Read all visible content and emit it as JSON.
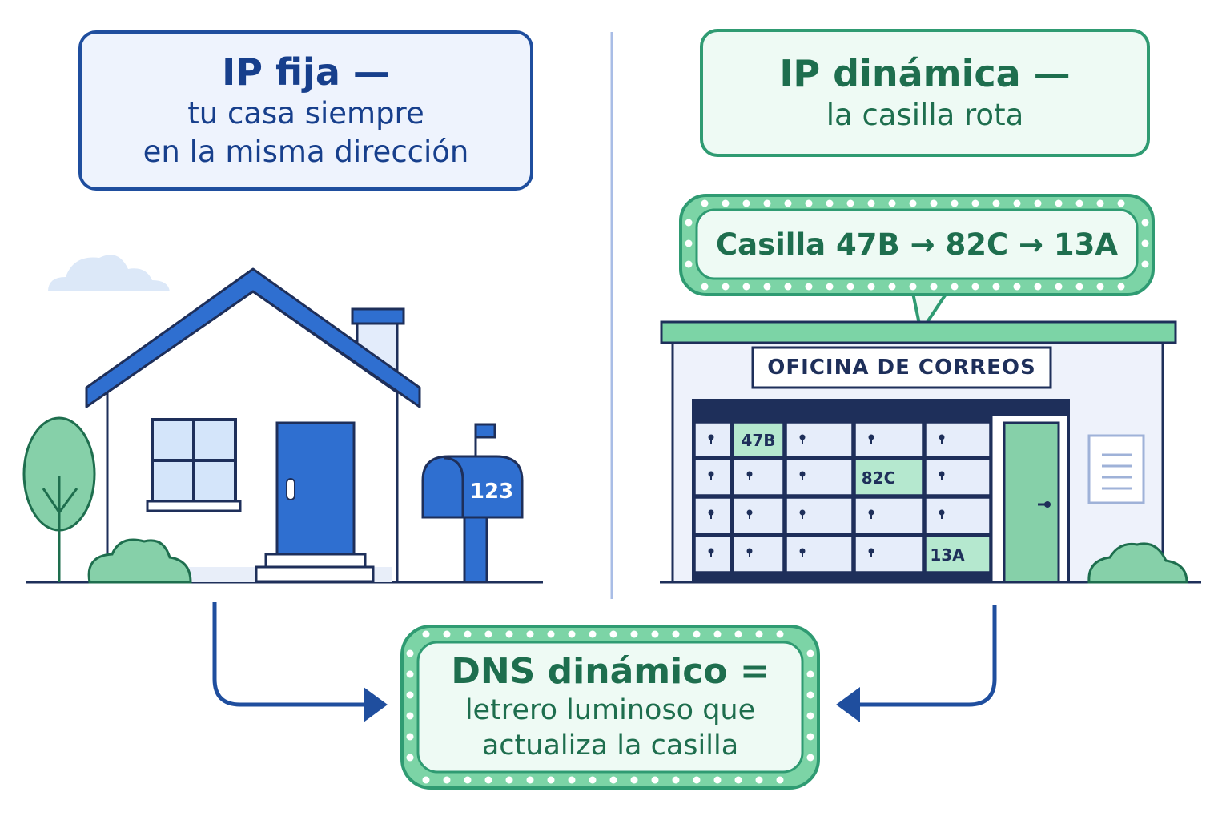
{
  "left_panel": {
    "title": "IP fija —",
    "subtitle_line1": "tu casa siempre",
    "subtitle_line2": "en la misma dirección",
    "mailbox_number": "123"
  },
  "right_panel": {
    "title": "IP dinámica —",
    "subtitle": "la casilla rota",
    "sequence_text": "Casilla 47B → 82C → 13A",
    "post_office_sign": "OFICINA DE CORREOS",
    "highlighted_boxes": [
      "47B",
      "82C",
      "13A"
    ]
  },
  "result": {
    "title": "DNS dinámico =",
    "line1": "letrero luminoso que",
    "line2": "actualiza la casilla"
  },
  "colors": {
    "blue": "#1f4e9e",
    "blue_light": "#eef3fd",
    "green": "#2f9b72",
    "green_light": "#eefaf4",
    "green_box": "#b5e8cf"
  }
}
